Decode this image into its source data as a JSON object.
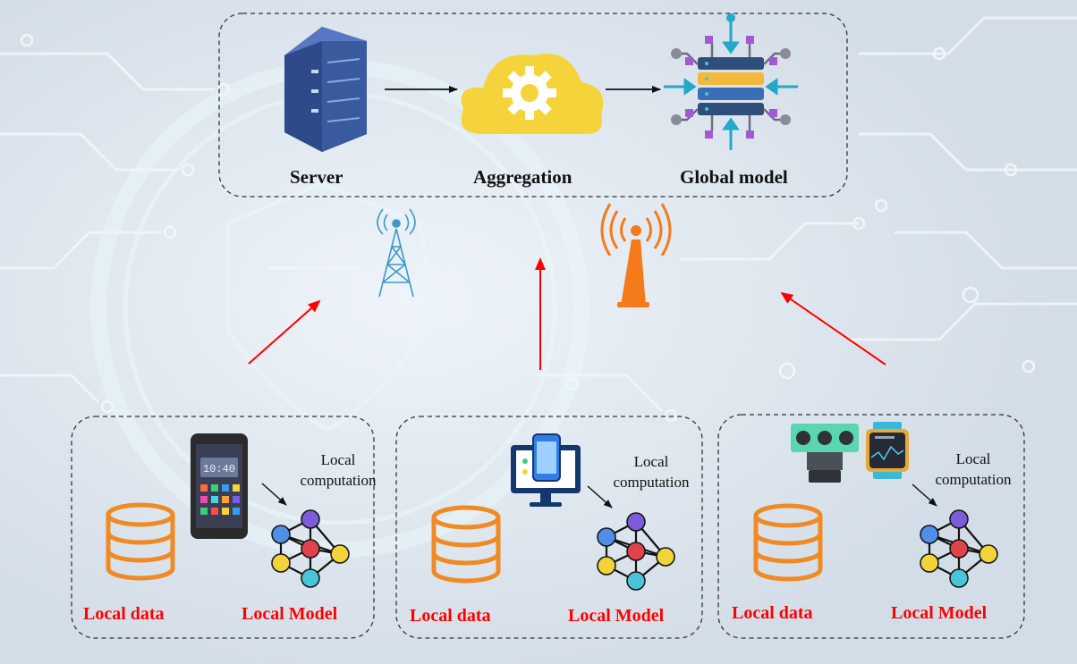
{
  "server_group": {
    "labels": {
      "server": "Server",
      "aggregation": "Aggregation",
      "global_model": "Global model"
    },
    "icons": [
      "server-rack-icon",
      "cloud-gear-icon",
      "global-model-hub-icon"
    ]
  },
  "transmission_icons": [
    "radio-tower-icon",
    "wireless-antenna-icon"
  ],
  "clients": [
    {
      "device_icon": "smartphone-icon",
      "screen_time": "10:40",
      "computation_label_line1": "Local",
      "computation_label_line2": "computation",
      "data_label": "Local data",
      "model_label": "Local Model"
    },
    {
      "device_icon": "desktop-monitor-icon",
      "computation_label_line1": "Local",
      "computation_label_line2": "computation",
      "data_label": "Local data",
      "model_label": "Local Model"
    },
    {
      "device_icon": "iot-sensors-smartwatch-icon",
      "computation_label_line1": "Local",
      "computation_label_line2": "computation",
      "data_label": "Local data",
      "model_label": "Local Model"
    }
  ],
  "colors": {
    "update_arrow": "#ff0000",
    "database": "#f08a24",
    "node_purple": "#7d5bd9",
    "node_blue": "#4f8fe8",
    "node_red": "#e0434c",
    "node_yellow": "#f2d33a",
    "node_cyan": "#4ac4d8",
    "cloud": "#f4d43a",
    "server": "#2f4a8a",
    "antenna": "#f47a1a"
  }
}
